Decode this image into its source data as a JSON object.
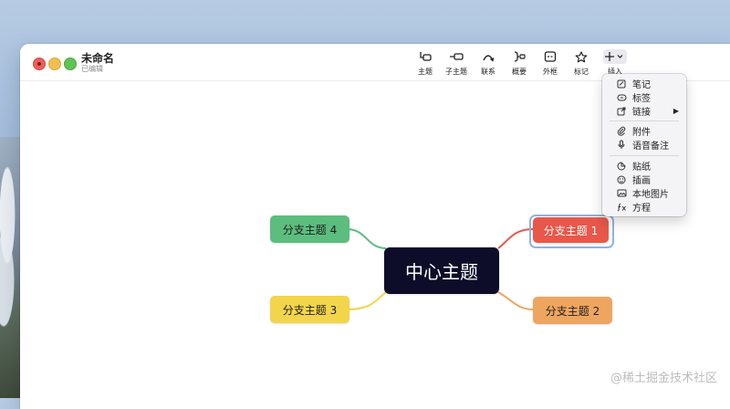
{
  "window": {
    "title": "未命名",
    "subtitle": "已编辑"
  },
  "toolbar": [
    {
      "id": "topic",
      "label": "主题",
      "icon": "topic-icon"
    },
    {
      "id": "subtopic",
      "label": "子主题",
      "icon": "subtopic-icon"
    },
    {
      "id": "relation",
      "label": "联系",
      "icon": "relation-icon"
    },
    {
      "id": "summary",
      "label": "概要",
      "icon": "summary-icon"
    },
    {
      "id": "boundary",
      "label": "外框",
      "icon": "boundary-icon"
    },
    {
      "id": "marker",
      "label": "标记",
      "icon": "star-icon"
    },
    {
      "id": "insert",
      "label": "插入",
      "icon": "plus-icon"
    }
  ],
  "mindmap": {
    "center": "中心主题",
    "branches": [
      {
        "label": "分支主题 1",
        "color": "#e8574a"
      },
      {
        "label": "分支主题 2",
        "color": "#eea560"
      },
      {
        "label": "分支主题 3",
        "color": "#f2d54a"
      },
      {
        "label": "分支主题 4",
        "color": "#5cbd7e"
      }
    ],
    "center_color": "#0d0d2a"
  },
  "insert_menu": {
    "group1": [
      {
        "label": "笔记",
        "icon": "note-icon"
      },
      {
        "label": "标签",
        "icon": "tag-icon"
      },
      {
        "label": "链接",
        "icon": "link-icon",
        "submenu_arrow": "▶"
      }
    ],
    "group2": [
      {
        "label": "附件",
        "icon": "paperclip-icon"
      },
      {
        "label": "语音备注",
        "icon": "microphone-icon"
      }
    ],
    "group3": [
      {
        "label": "贴纸",
        "icon": "sticker-icon"
      },
      {
        "label": "插画",
        "icon": "illustration-icon"
      },
      {
        "label": "本地图片",
        "icon": "image-icon"
      },
      {
        "label": "方程",
        "icon": "equation-icon"
      }
    ]
  },
  "watermark": "@稀土掘金技术社区"
}
